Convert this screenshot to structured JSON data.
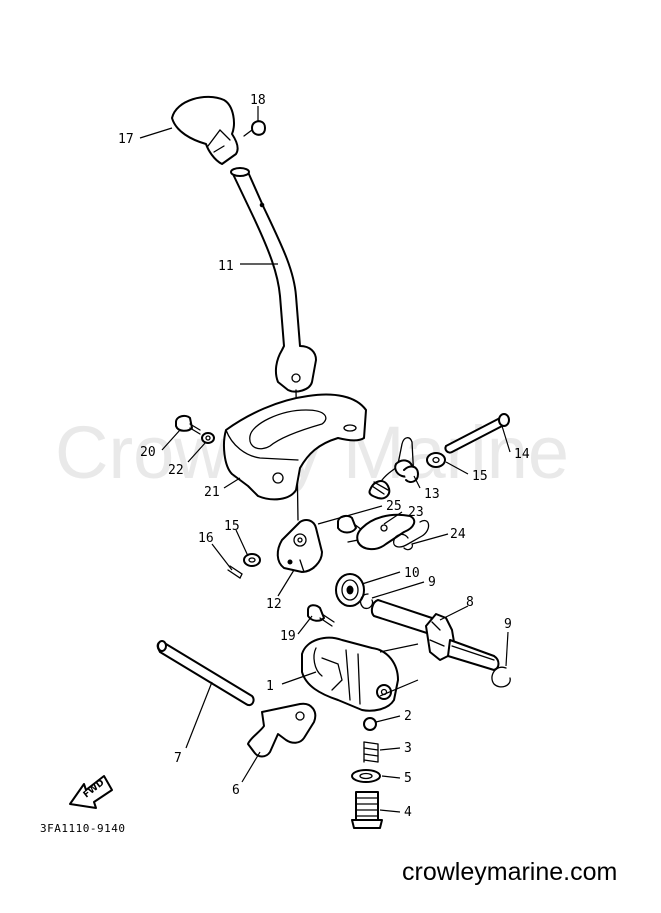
{
  "watermark": "Crowley Marine",
  "diagram_code": "3FA1110-9140",
  "website": "crowleymarine.com",
  "fwd_badge": "FWD",
  "colors": {
    "line": "#000000",
    "watermark": "#e9e9e9",
    "background": "#ffffff"
  },
  "callouts": {
    "c1": "1",
    "c2": "2",
    "c3": "3",
    "c4": "4",
    "c5": "5",
    "c6": "6",
    "c7": "7",
    "c8": "8",
    "c9a": "9",
    "c9b": "9",
    "c10": "10",
    "c11": "11",
    "c12": "12",
    "c13": "13",
    "c14": "14",
    "c15a": "15",
    "c15b": "15",
    "c16": "16",
    "c17": "17",
    "c18": "18",
    "c19": "19",
    "c20": "20",
    "c21": "21",
    "c22": "22",
    "c23": "23",
    "c24": "24",
    "c25": "25"
  }
}
